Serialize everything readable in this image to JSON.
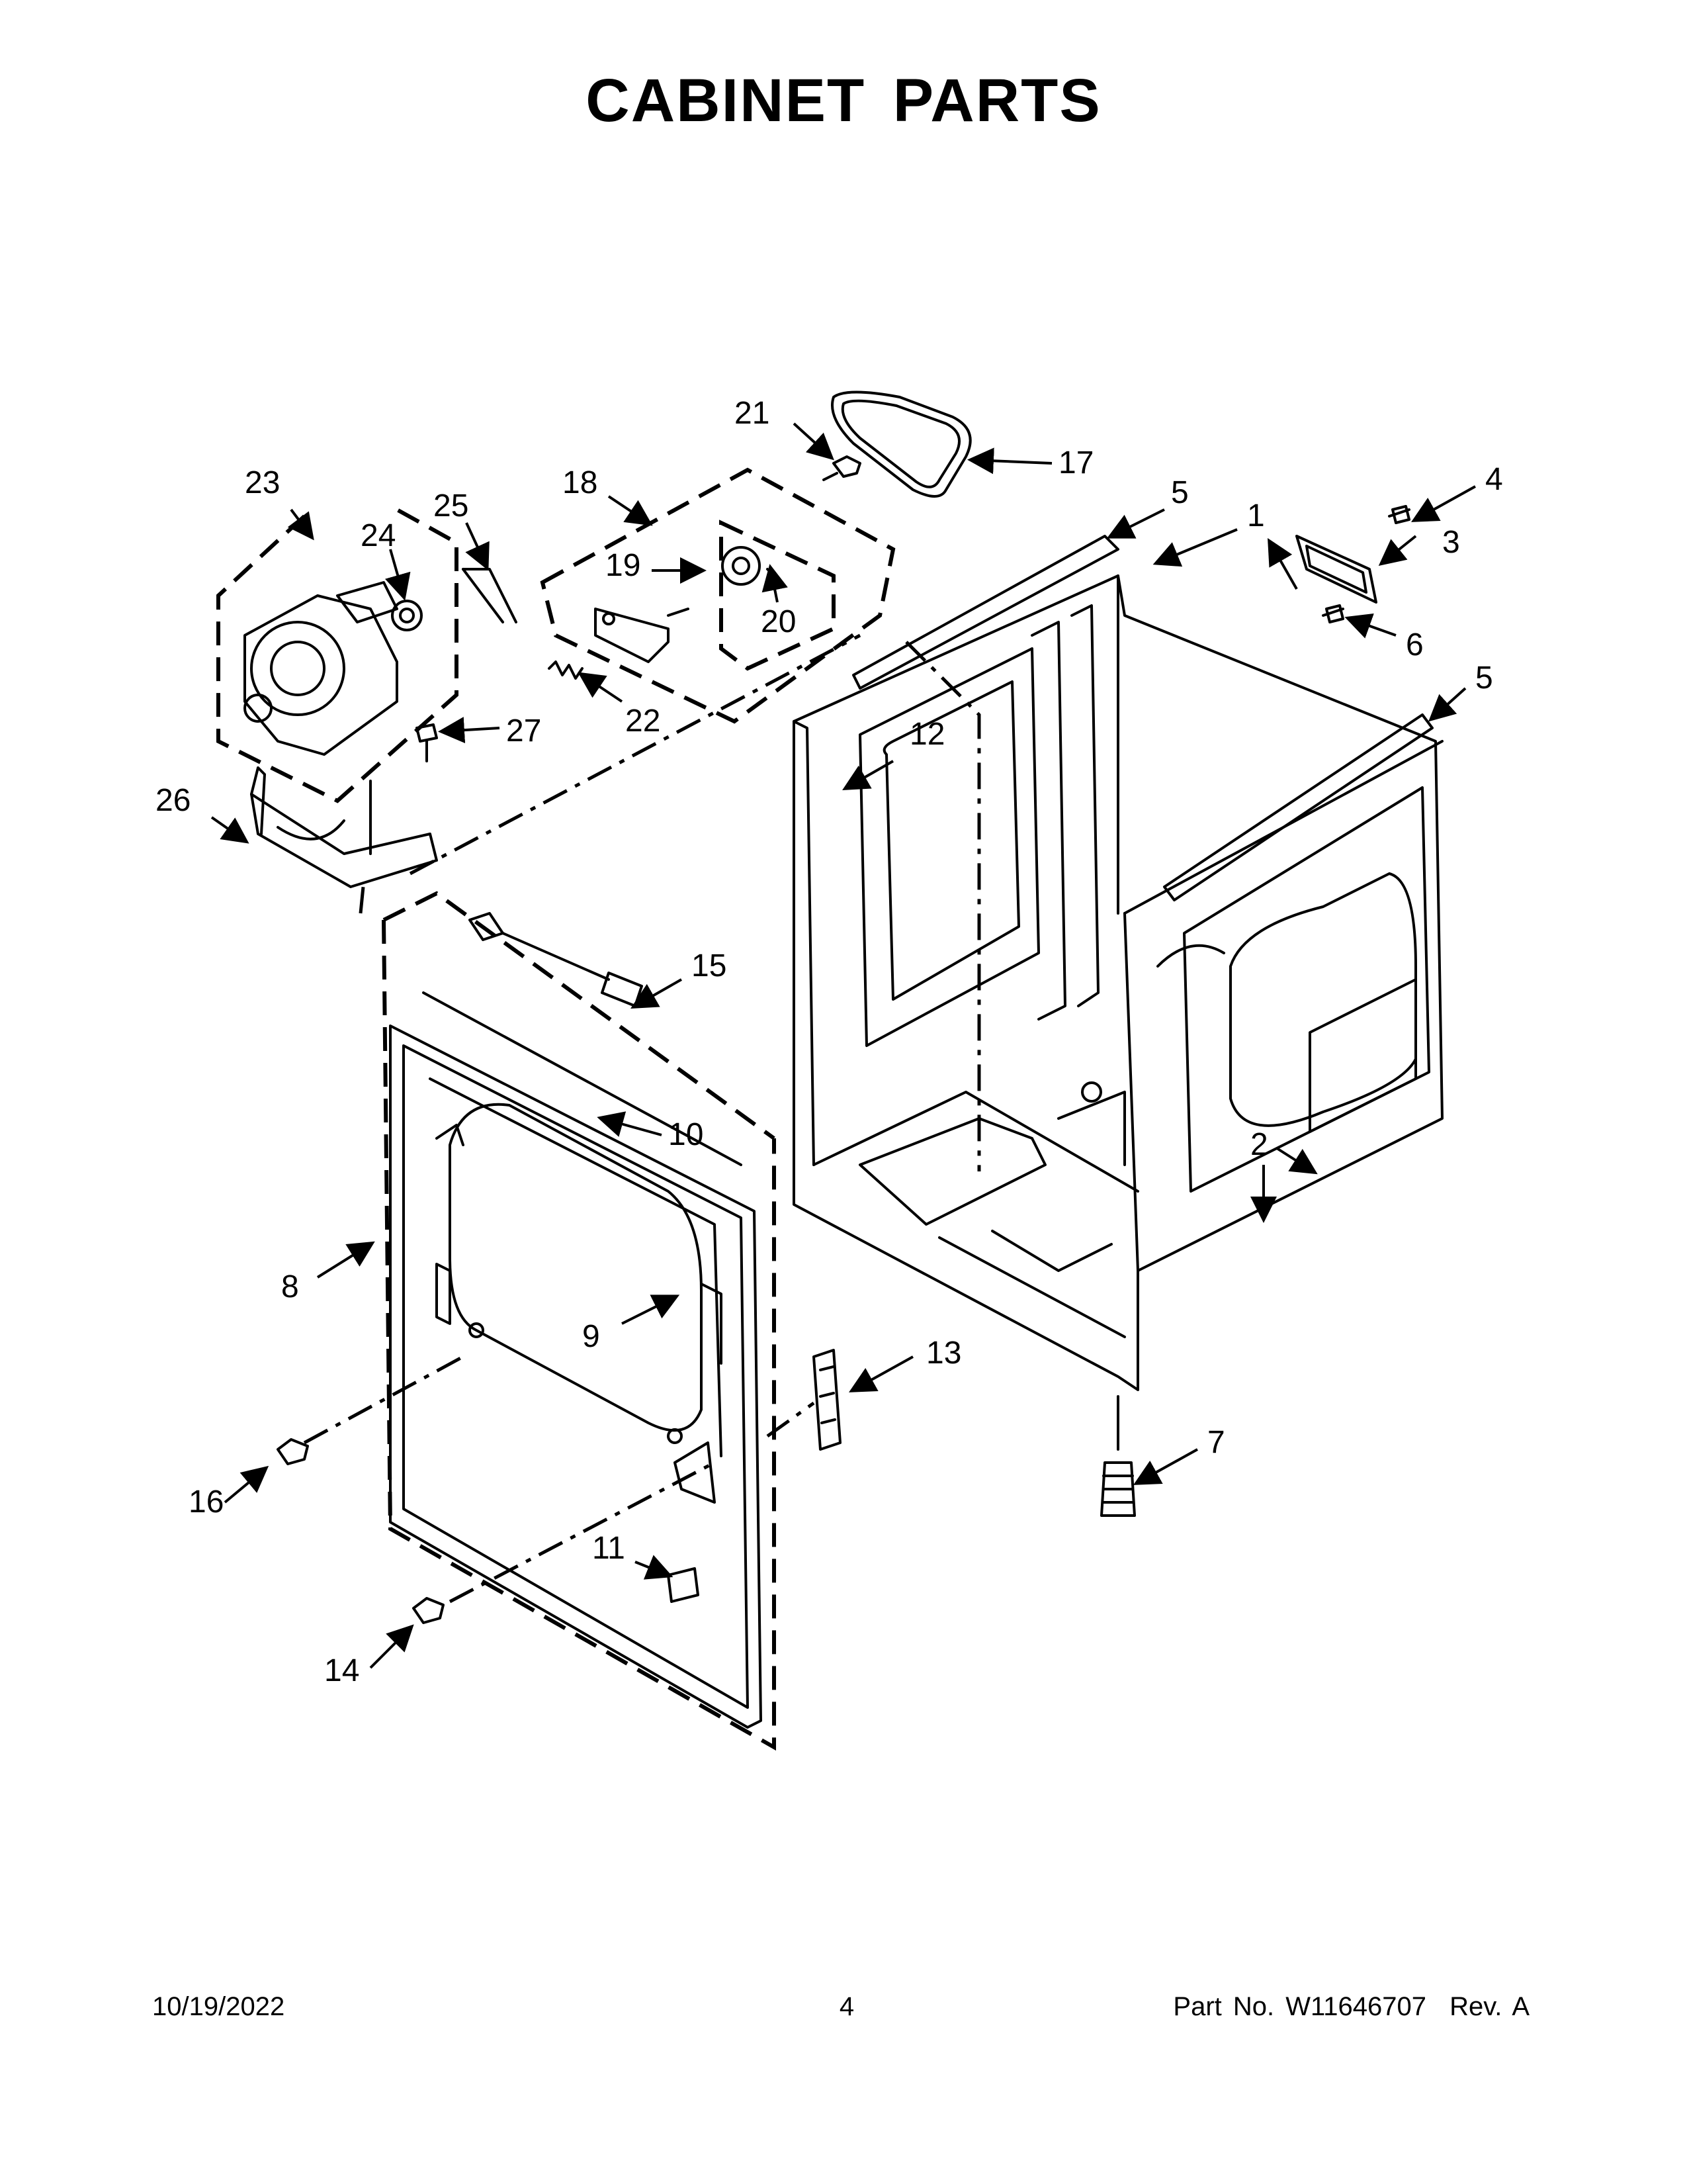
{
  "title": "CABINET PARTS",
  "footer": {
    "date": "10/19/2022",
    "page": "4",
    "part_label": "Part No.",
    "part_number": "W11646707",
    "rev_label": "Rev.",
    "rev_value": "A"
  },
  "callouts": [
    "1",
    "2",
    "3",
    "4",
    "5",
    "5",
    "6",
    "7",
    "8",
    "9",
    "10",
    "11",
    "12",
    "13",
    "14",
    "15",
    "16",
    "17",
    "18",
    "19",
    "20",
    "21",
    "22",
    "23",
    "24",
    "25",
    "26",
    "27"
  ]
}
